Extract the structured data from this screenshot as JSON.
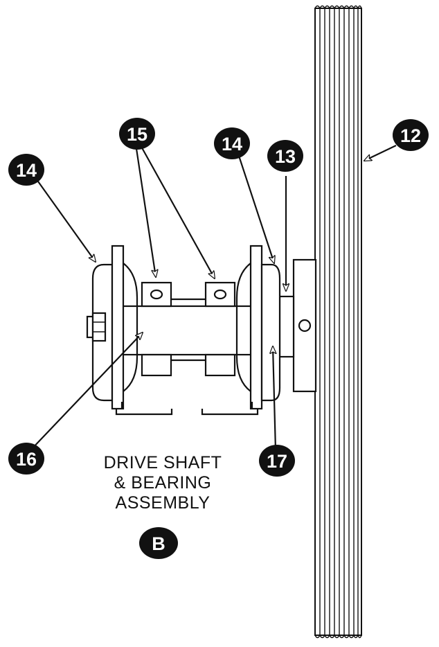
{
  "diagram": {
    "caption_lines": [
      "DRIVE SHAFT",
      "& BEARING",
      "ASSEMBLY"
    ],
    "view_label": "B"
  },
  "callouts": {
    "pulley": "12",
    "collar": "13",
    "bearing_left": "14",
    "bearing_right": "14",
    "bolts": "15",
    "shaft": "16",
    "key": "17"
  },
  "colors": {
    "ink": "#111111",
    "paper": "#ffffff"
  }
}
